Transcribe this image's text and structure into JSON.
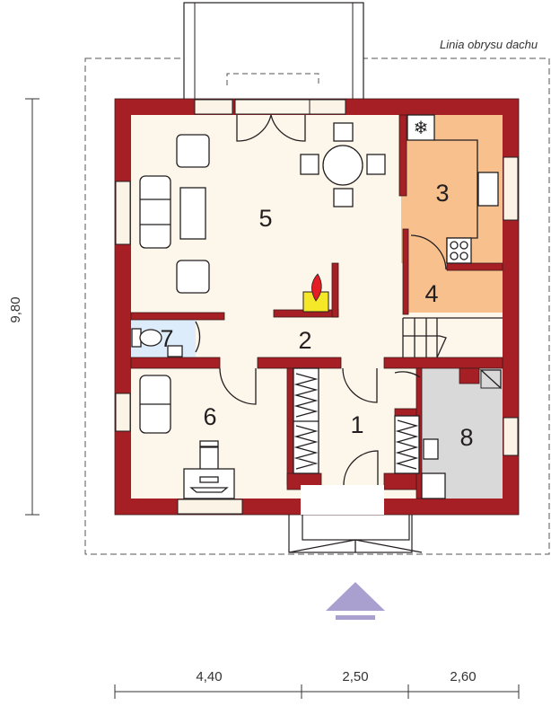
{
  "roof_outline_label": "Linia obrysu dachu",
  "rooms": [
    {
      "number": "1"
    },
    {
      "number": "2"
    },
    {
      "number": "3"
    },
    {
      "number": "4"
    },
    {
      "number": "5"
    },
    {
      "number": "6"
    },
    {
      "number": "7"
    },
    {
      "number": "8"
    }
  ],
  "dimensions": {
    "height": "9,80",
    "widths": [
      "4,40",
      "2,50",
      "2,60"
    ]
  },
  "colors": {
    "wall": "#a51f24",
    "floor": "#fdf6ea",
    "kitchen": "#f7c08c",
    "bathroom": "#dcecfa",
    "utility": "#d9d9d9",
    "entrance_arrow": "#aaa0d0",
    "fireplace": "#f5e829"
  }
}
